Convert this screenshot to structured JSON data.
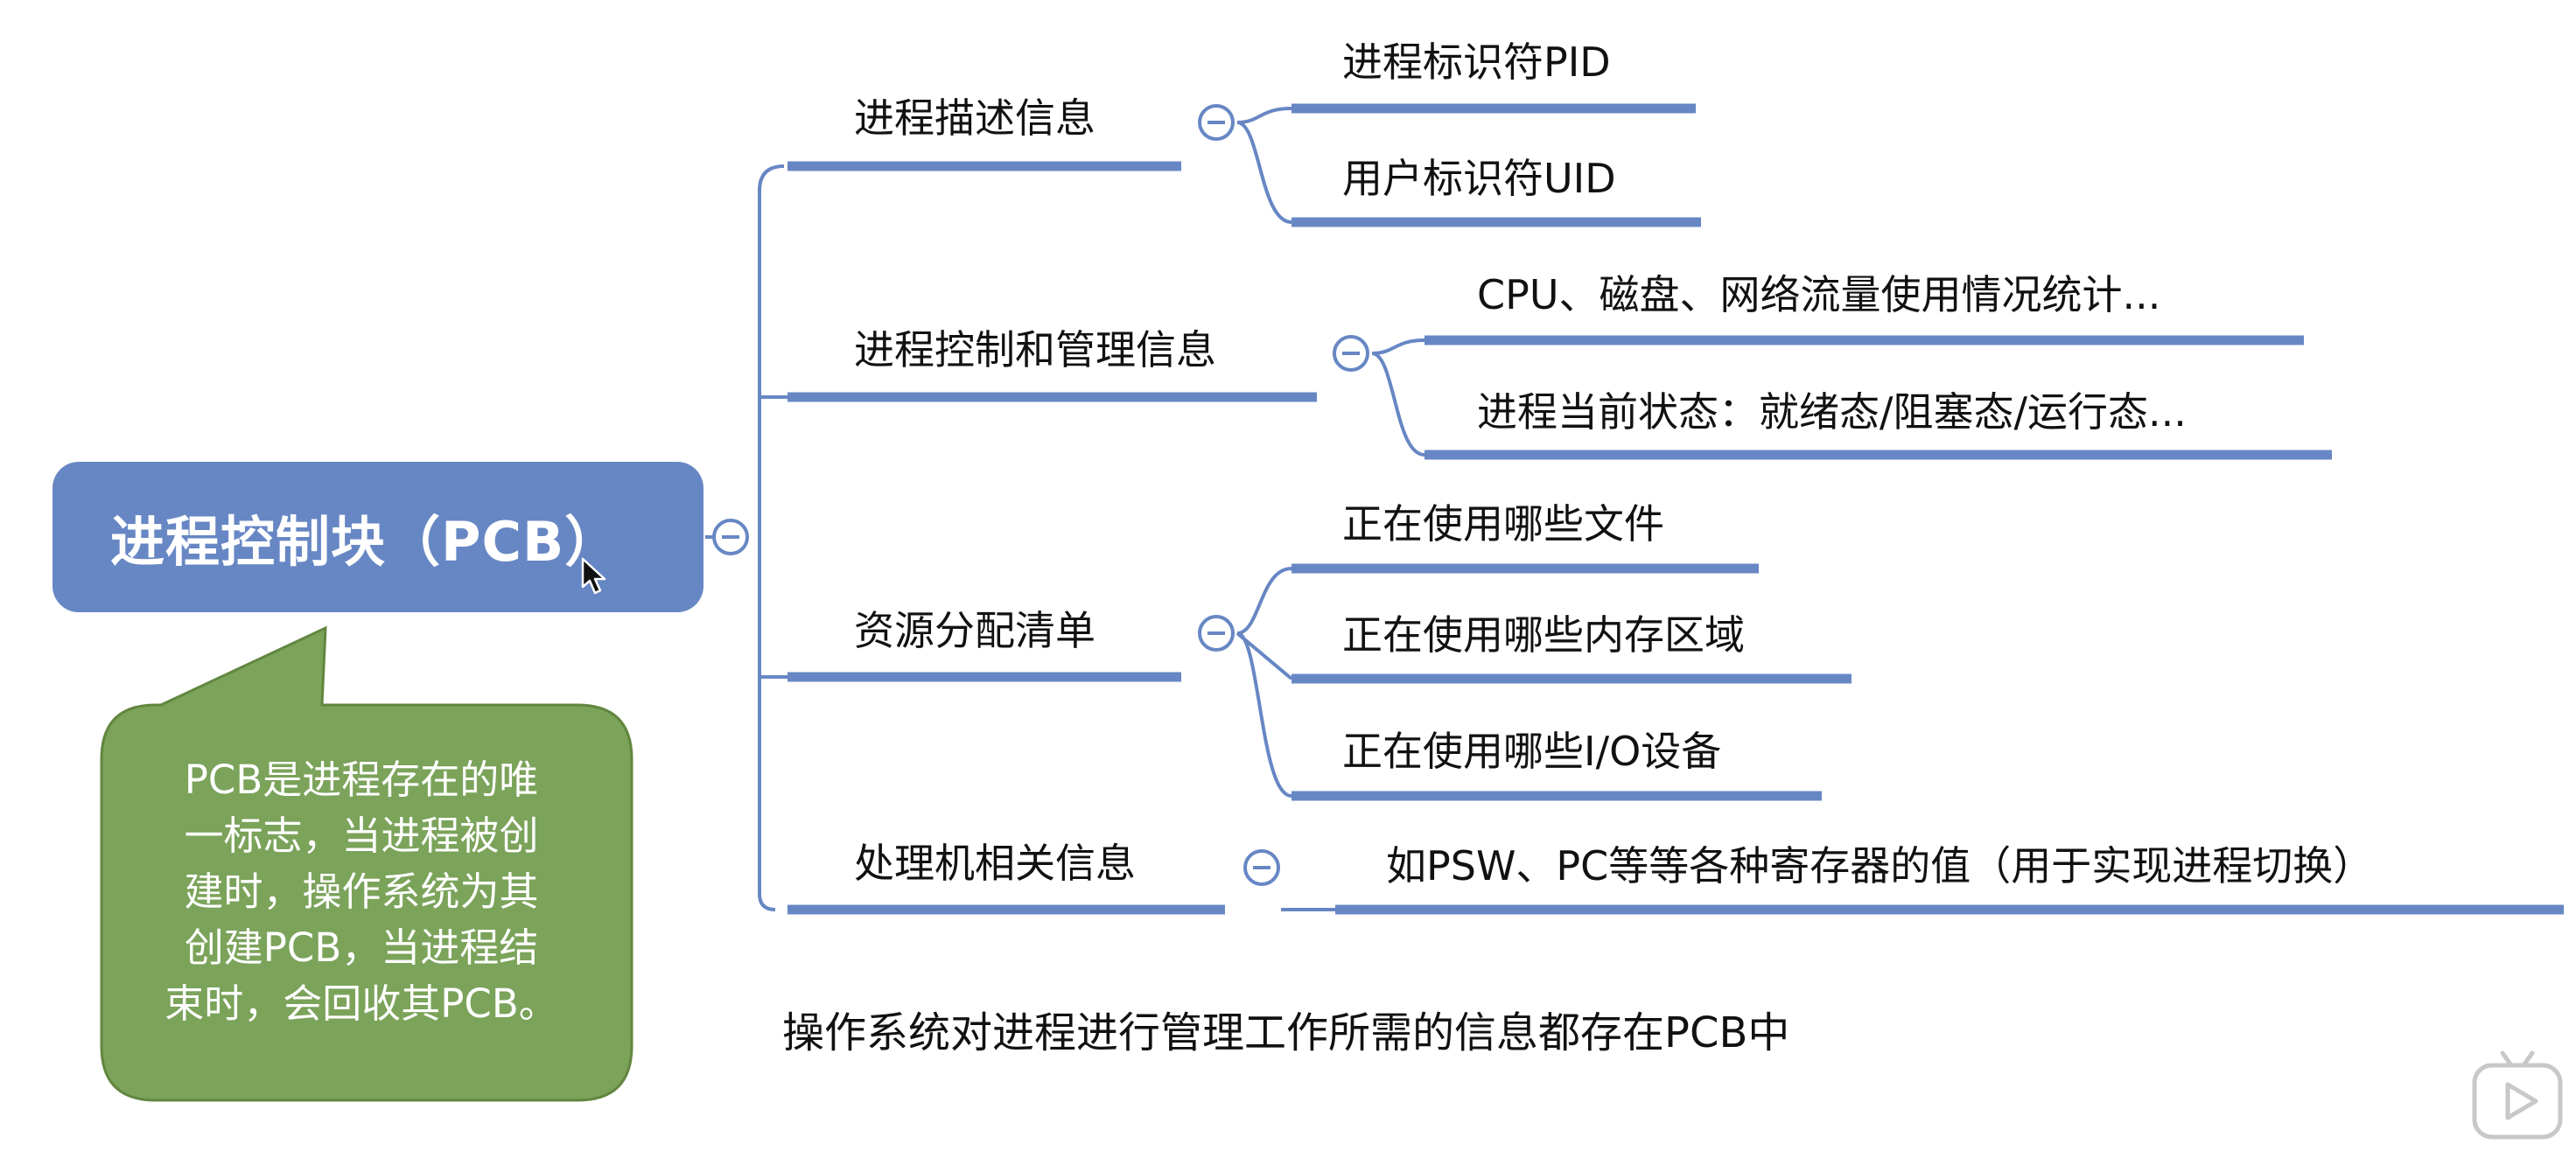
{
  "root": {
    "label": "进程控制块（PCB）"
  },
  "note": {
    "lines": [
      "PCB是进程存在的唯",
      "一标志，当进程被创",
      "建时，操作系统为其",
      "创建PCB，当进程结",
      "束时，会回收其PCB。"
    ]
  },
  "branches": [
    {
      "label": "进程描述信息",
      "children": [
        "进程标识符PID",
        "用户标识符UID"
      ]
    },
    {
      "label": "进程控制和管理信息",
      "children": [
        "CPU、磁盘、网络流量使用情况统计...",
        "进程当前状态：就绪态/阻塞态/运行态..."
      ]
    },
    {
      "label": "资源分配清单",
      "children": [
        "正在使用哪些文件",
        "正在使用哪些内存区域",
        "正在使用哪些I/O设备"
      ]
    },
    {
      "label": "处理机相关信息",
      "children": [
        "如PSW、PC等等各种寄存器的值（用于实现进程切换）"
      ]
    }
  ],
  "footnote": "操作系统对进程进行管理工作所需的信息都存在PCB中",
  "colors": {
    "root_fill": "#6787c4",
    "note_fill": "#7ba35a",
    "note_stroke": "#62863f",
    "connector": "#6787c4",
    "underline": "#6787c4"
  },
  "icons": {
    "collapse": "minus-circle-icon",
    "cursor": "mouse-pointer-icon",
    "player": "video-play-icon"
  }
}
